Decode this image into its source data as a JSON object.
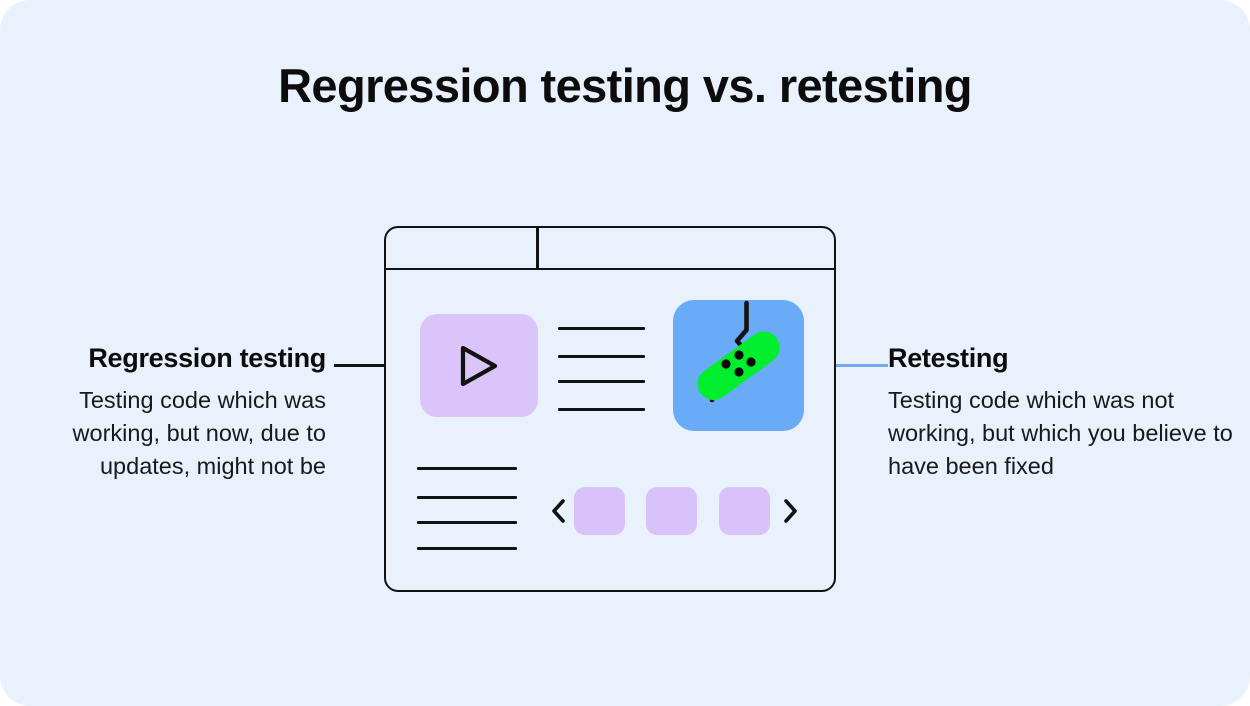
{
  "page": {
    "background_color": "#e9f1fc",
    "title": "Regression testing vs. retesting"
  },
  "left_label": {
    "heading": "Regression testing",
    "body": "Testing code which was working, but now, due to updates, might not be",
    "connector_color": "#121212"
  },
  "right_label": {
    "heading": "Retesting",
    "body": "Testing code which was not working, but which you believe to have been fixed",
    "connector_color": "#74a9ee"
  },
  "illustration": {
    "window": {
      "border_color": "#121212",
      "tab_divider": "tab-divider"
    },
    "play_tile": {
      "fill": "#dbc4f9",
      "icon": "play-triangle-icon"
    },
    "bug_tile": {
      "fill": "#69abf6",
      "bandage_color": "#00ee2e",
      "crack_color": "#121212",
      "icon": "bandage-icon"
    },
    "text_lines_top": 4,
    "text_lines_bottom": 4,
    "carousel": {
      "tiles": 3,
      "tile_fill": "#d9c2f9",
      "prev_icon": "chevron-left-icon",
      "next_icon": "chevron-right-icon"
    }
  }
}
